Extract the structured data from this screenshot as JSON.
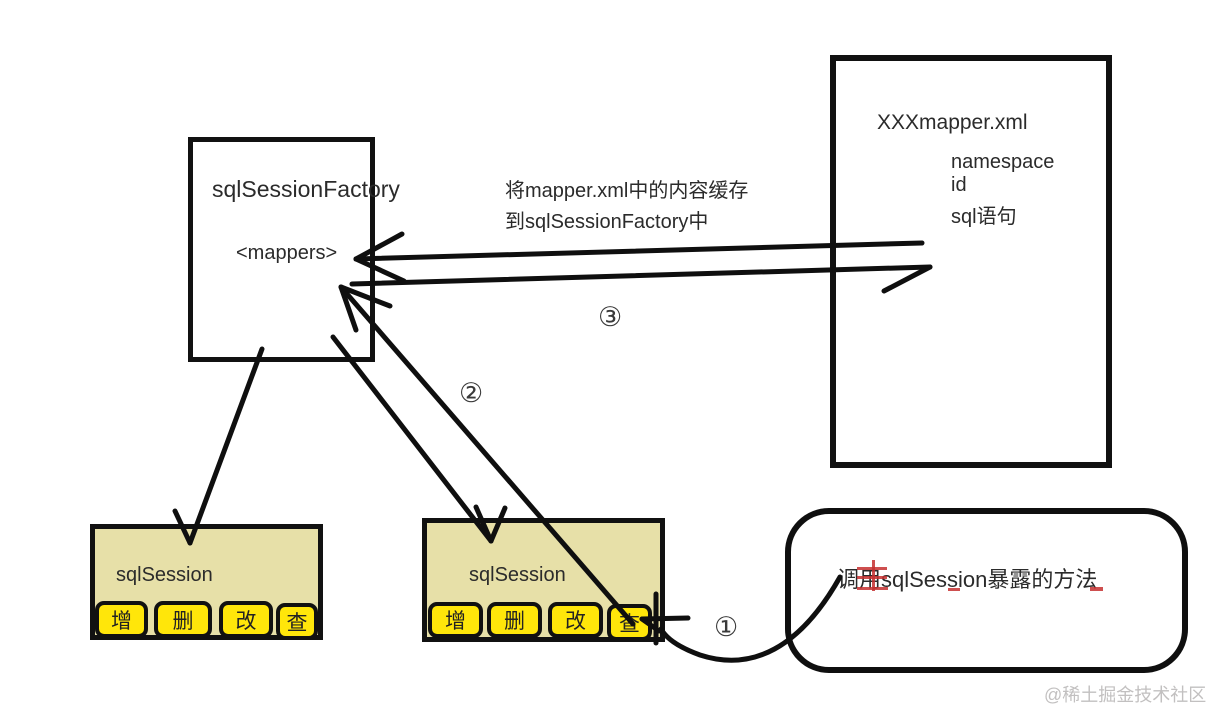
{
  "factory_box": {
    "title": "sqlSessionFactory",
    "tag": "<mappers>"
  },
  "mapper_box": {
    "title": "XXXmapper.xml",
    "items": [
      "namespace",
      "id",
      "sql语句"
    ]
  },
  "cache_note": {
    "line1": "将mapper.xml中的内容缓存",
    "line2": "到sqlSessionFactory中"
  },
  "sessions": {
    "left": {
      "title": "sqlSession",
      "buttons": [
        "增",
        "删",
        "改",
        "查"
      ]
    },
    "middle": {
      "title": "sqlSession",
      "buttons": [
        "增",
        "删",
        "改",
        "查"
      ]
    }
  },
  "call_note": {
    "text": "调用sqlSession暴露的方法"
  },
  "steps": {
    "step1": "①",
    "step2": "②",
    "step3": "③"
  },
  "watermark": "@稀土掘金技术社区",
  "colors": {
    "ink": "#0f0f0f",
    "session_fill": "#e7e0a8",
    "button_fill": "#ffe60a",
    "annotation_red": "#c53030",
    "watermark_gray": "#c2c0c0"
  }
}
